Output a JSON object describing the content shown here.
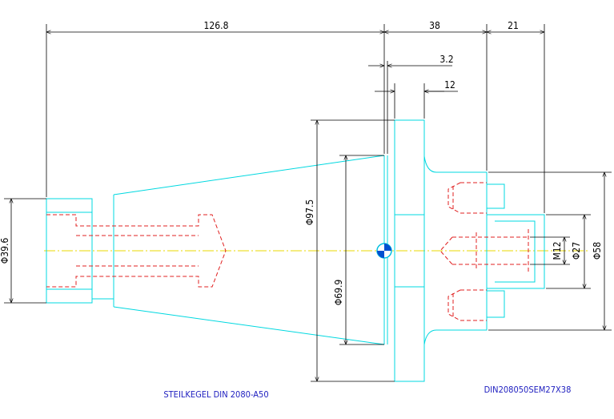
{
  "dimensions": {
    "length_taper": "126.8",
    "length_flange": "38",
    "length_spigot": "21",
    "flange_offset": "3.2",
    "flange_thickness": "12",
    "dia_flange": "Φ97.5",
    "dia_taper": "Φ69.9",
    "dia_shank": "Φ39.6",
    "thread": "M12",
    "dia_spigot": "Φ27",
    "dia_collar": "Φ58"
  },
  "titles": {
    "left": "STEILKEGEL DIN 2080-A50",
    "right": "DIN208050SEM27X38"
  },
  "colors": {
    "outline": "#00d8e0",
    "hidden": "#e02020",
    "dimension": "#000000",
    "centerline": "#e8d800",
    "title": "#2020c0"
  }
}
